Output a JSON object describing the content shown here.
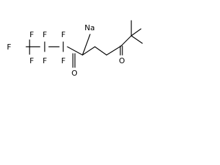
{
  "molecule": {
    "labels": {
      "na": "Na",
      "f1": "F",
      "f2": "F",
      "f3": "F",
      "f4": "F",
      "f5": "F",
      "f6": "F",
      "f7": "F",
      "o1": "O",
      "o2": "O"
    },
    "colors": {
      "background": "#ffffff",
      "bond": "#000000",
      "label": "#000000"
    }
  }
}
